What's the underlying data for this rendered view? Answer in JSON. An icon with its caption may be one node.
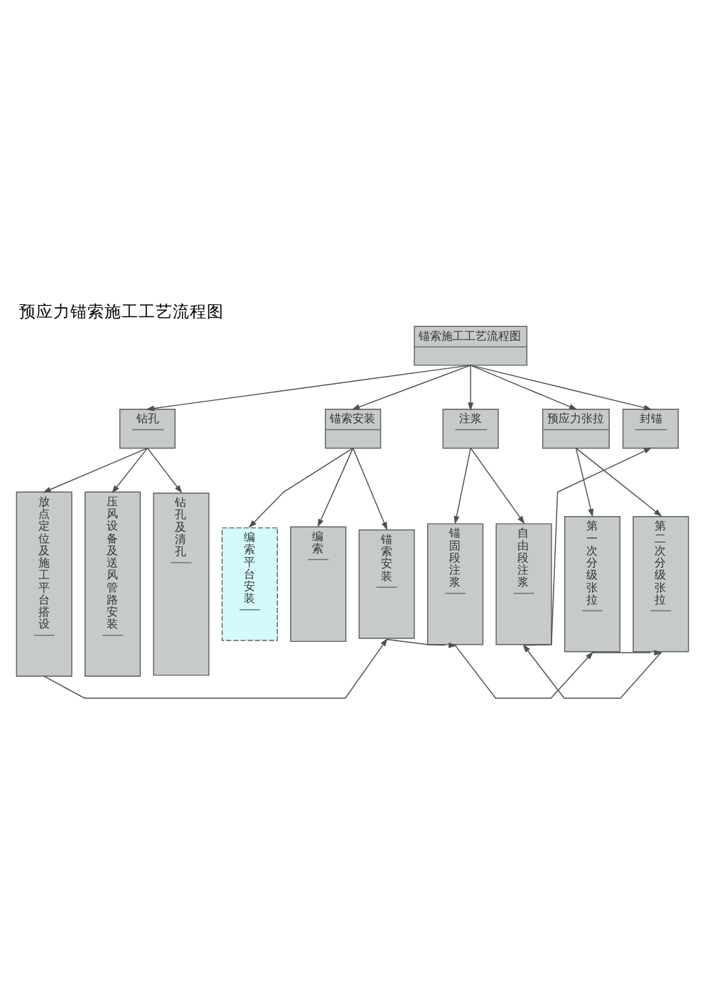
{
  "diagram": {
    "title": "预应力锚索施工工艺流程图",
    "nodes": [
      {
        "text": [
          "锚索施工工艺流程图"
        ]
      },
      {
        "text": [
          "钻孔"
        ]
      },
      {
        "text": [
          "锚索安装"
        ]
      },
      {
        "text": [
          "注浆"
        ]
      },
      {
        "text": [
          "预应力张拉"
        ]
      },
      {
        "text": [
          "封锚"
        ]
      },
      {
        "text": [
          "放点定位及施工平台搭设"
        ]
      },
      {
        "text": [
          "压风设备及送风管路安装"
        ]
      },
      {
        "text": [
          "钻孔及清孔"
        ]
      },
      {
        "text": [
          "编索平台安装"
        ]
      },
      {
        "text": [
          "编索"
        ]
      },
      {
        "text": [
          "锚索安装"
        ]
      },
      {
        "text": [
          "锚固段注浆"
        ]
      },
      {
        "text": [
          "自由段注浆"
        ]
      },
      {
        "text": [
          "第一次分级张拉"
        ]
      },
      {
        "text": [
          "第二次分级张拉"
        ]
      }
    ],
    "edges": [
      {
        "from": 0,
        "to": 1,
        "arrow": "to"
      },
      {
        "from": 0,
        "to": 2,
        "arrow": "to"
      },
      {
        "from": 0,
        "to": 3,
        "arrow": "to"
      },
      {
        "from": 0,
        "to": 4,
        "arrow": "to"
      },
      {
        "from": 0,
        "to": 5,
        "arrow": "to"
      },
      {
        "from": 1,
        "to": 6,
        "arrow": "to"
      },
      {
        "from": 1,
        "to": 7,
        "arrow": "to"
      },
      {
        "from": 1,
        "to": 8,
        "arrow": "to"
      },
      {
        "from": 2,
        "to": 9,
        "arrow": "to"
      },
      {
        "from": 2,
        "to": 10,
        "arrow": "to"
      },
      {
        "from": 2,
        "to": 11,
        "arrow": "to"
      },
      {
        "from": 3,
        "to": 12,
        "arrow": "to"
      },
      {
        "from": 3,
        "to": 13,
        "arrow": "to"
      },
      {
        "from": 4,
        "to": 14,
        "arrow": "to"
      },
      {
        "from": 4,
        "to": 15,
        "arrow": "to"
      },
      {
        "from": 6,
        "to": 11,
        "arrow": "to"
      },
      {
        "from": 11,
        "to": 12,
        "arrow": "to"
      },
      {
        "from": 12,
        "to": 14,
        "arrow": "to"
      },
      {
        "from": 14,
        "to": 15,
        "arrow": "to"
      },
      {
        "from": 15,
        "to": 13,
        "arrow": "to"
      },
      {
        "from": 13,
        "to": 5,
        "arrow": "to"
      }
    ]
  }
}
